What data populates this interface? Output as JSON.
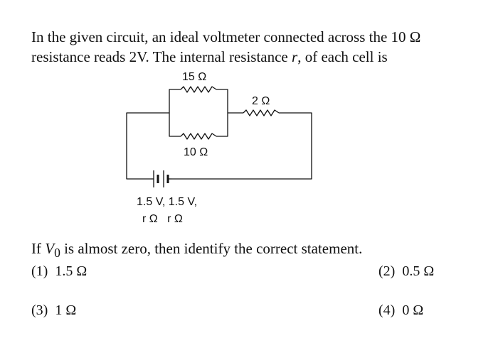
{
  "question": {
    "prefix": "In the given circuit, an ideal voltmeter connected across the 10 Ω resistance reads 2V. The internal resistance ",
    "variable": "r",
    "suffix": ", of each cell is"
  },
  "circuit": {
    "r15_label": "15 Ω",
    "r2_label": "2 Ω",
    "r10_label": "10 Ω",
    "cell_values": "1.5 V, 1.5 V,",
    "cell_resistances": "r Ω   r Ω"
  },
  "followup": {
    "prefix": "If ",
    "var": "V",
    "sub": "0",
    "suffix": " is almost zero, then identify the correct statement."
  },
  "options": [
    {
      "num": "(1)",
      "text": "1.5 Ω"
    },
    {
      "num": "(2)",
      "text": "0.5 Ω"
    },
    {
      "num": "(3)",
      "text": "1 Ω"
    },
    {
      "num": "(4)",
      "text": "0 Ω"
    }
  ]
}
